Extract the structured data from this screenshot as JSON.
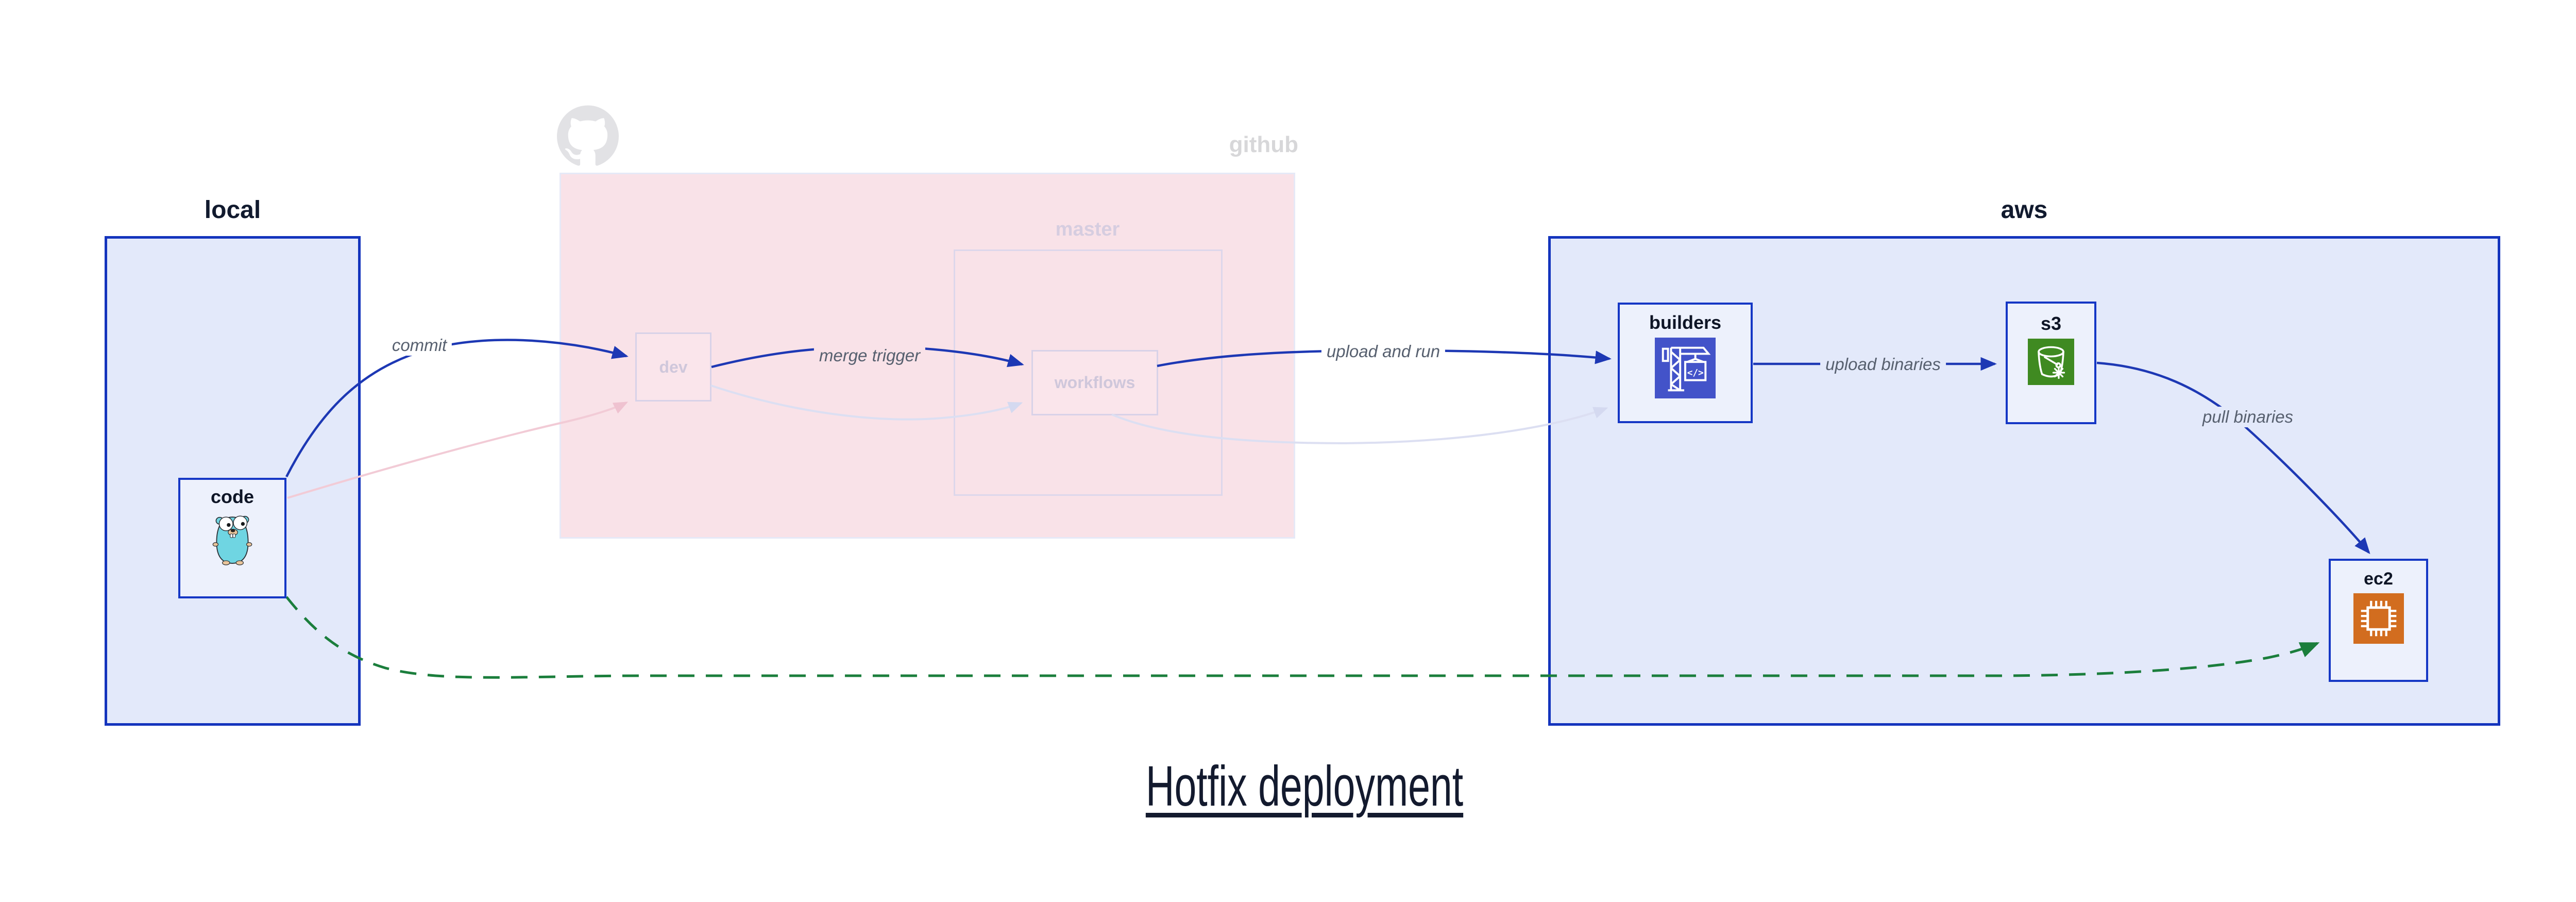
{
  "diagram_title": "Hotfix deployment",
  "regions": {
    "local": {
      "title": "local"
    },
    "github": {
      "title": "github",
      "branch_box": "master"
    },
    "aws": {
      "title": "aws"
    }
  },
  "nodes": {
    "code": {
      "label": "code",
      "icon": "go-gopher-icon"
    },
    "dev": {
      "label": "dev",
      "state": "faded"
    },
    "workflows": {
      "label": "workflows",
      "state": "faded"
    },
    "builders": {
      "label": "builders",
      "icon": "aws-codebuild-icon"
    },
    "s3": {
      "label": "s3",
      "icon": "aws-s3-bucket-icon"
    },
    "ec2": {
      "label": "ec2",
      "icon": "aws-ec2-chip-icon"
    }
  },
  "edges": {
    "commit": {
      "label": "commit",
      "from": "code",
      "to": "dev",
      "style": "solid-blue"
    },
    "merge_trigger": {
      "label": "merge trigger",
      "from": "dev",
      "to": "workflows",
      "style": "solid-blue"
    },
    "upload_and_run": {
      "label": "upload and run",
      "from": "workflows",
      "to": "builders",
      "style": "solid-blue"
    },
    "upload_binaries": {
      "label": "upload binaries",
      "from": "builders",
      "to": "s3",
      "style": "solid-blue"
    },
    "pull_binaries": {
      "label": "pull binaries",
      "from": "s3",
      "to": "ec2",
      "style": "solid-blue"
    },
    "hotfix_path": {
      "from": "code",
      "to": "ec2",
      "style": "dashed-green"
    },
    "faded_commit": {
      "from": "code",
      "to": "dev",
      "style": "faded-pink"
    },
    "faded_merge": {
      "from": "dev",
      "to": "workflows",
      "style": "faded-lavender"
    },
    "faded_upload": {
      "from": "workflows",
      "to": "builders",
      "style": "faded-lavender"
    }
  },
  "colors": {
    "region_fill": "#e3e9fa",
    "region_border": "#1434bd",
    "node_fill": "#edf1fc",
    "arrow_blue": "#1d38b4",
    "hotfix_green": "#1b7e3c",
    "github_region_fill": "#f9e2e8",
    "faded_pink_edge": "#f2cbd6",
    "faded_lavender_edge": "#dcdff2",
    "codebuild_icon_bg": "#4353c9",
    "s3_icon_bg": "#3f8a21",
    "ec2_icon_bg": "#d26d1f",
    "edge_label_text": "#57606f",
    "title_text": "#131a2e",
    "faded_text": "#cfc7db",
    "github_watermark": "#d7d7d9"
  }
}
